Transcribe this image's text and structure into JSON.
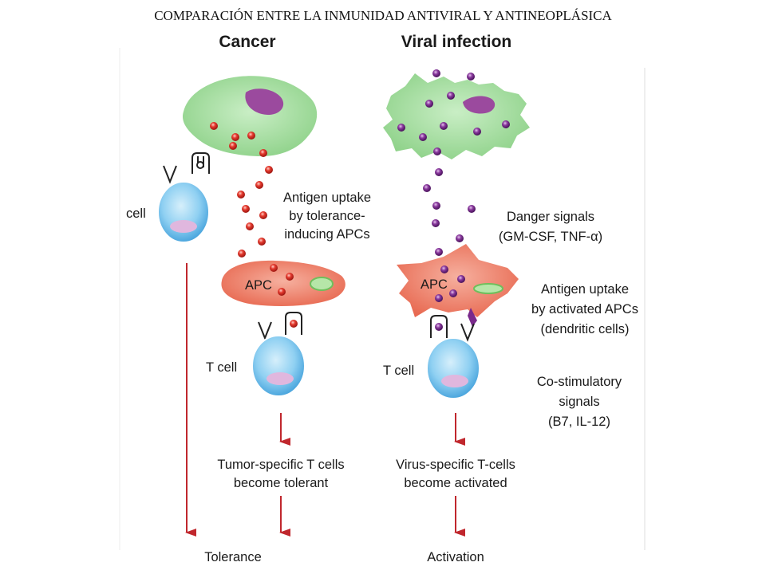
{
  "title": "COMPARACIÓN ENTRE LA INMUNIDAD ANTIVIRAL Y ANTINEOPLÁSICA",
  "columns": {
    "cancer": "Cancer",
    "viral": "Viral infection"
  },
  "labels": {
    "cell": "cell",
    "t_cell_left": "T cell",
    "t_cell_right": "T cell",
    "apc_left": "APC",
    "apc_right": "APC",
    "antigen_uptake_tolerance": [
      "Antigen uptake",
      "by tolerance-",
      "inducing APCs"
    ],
    "danger_signals": [
      "Danger signals",
      "(GM-CSF, TNF-α)"
    ],
    "antigen_uptake_activated": [
      "Antigen uptake",
      "by activated APCs",
      "(dendritic cells)"
    ],
    "costimulatory": [
      "Co-stimulatory",
      "signals",
      "(B7, IL-12)"
    ],
    "tumor_specific": [
      "Tumor-specific T cells",
      "become tolerant"
    ],
    "virus_specific": [
      "Virus-specific T-cells",
      "become activated"
    ],
    "tolerance": "Tolerance",
    "activation": "Activation"
  },
  "colors": {
    "tumor_cell": "#a9e0a6",
    "nucleus": "#9b4a9e",
    "antigen_red": "#e0302a",
    "virus_purple": "#7a2a8c",
    "apc": "#f0846e",
    "t_cell": "#8fd0f2",
    "t_nucleus": "#e0b7de",
    "arrow": "#c0272d"
  }
}
